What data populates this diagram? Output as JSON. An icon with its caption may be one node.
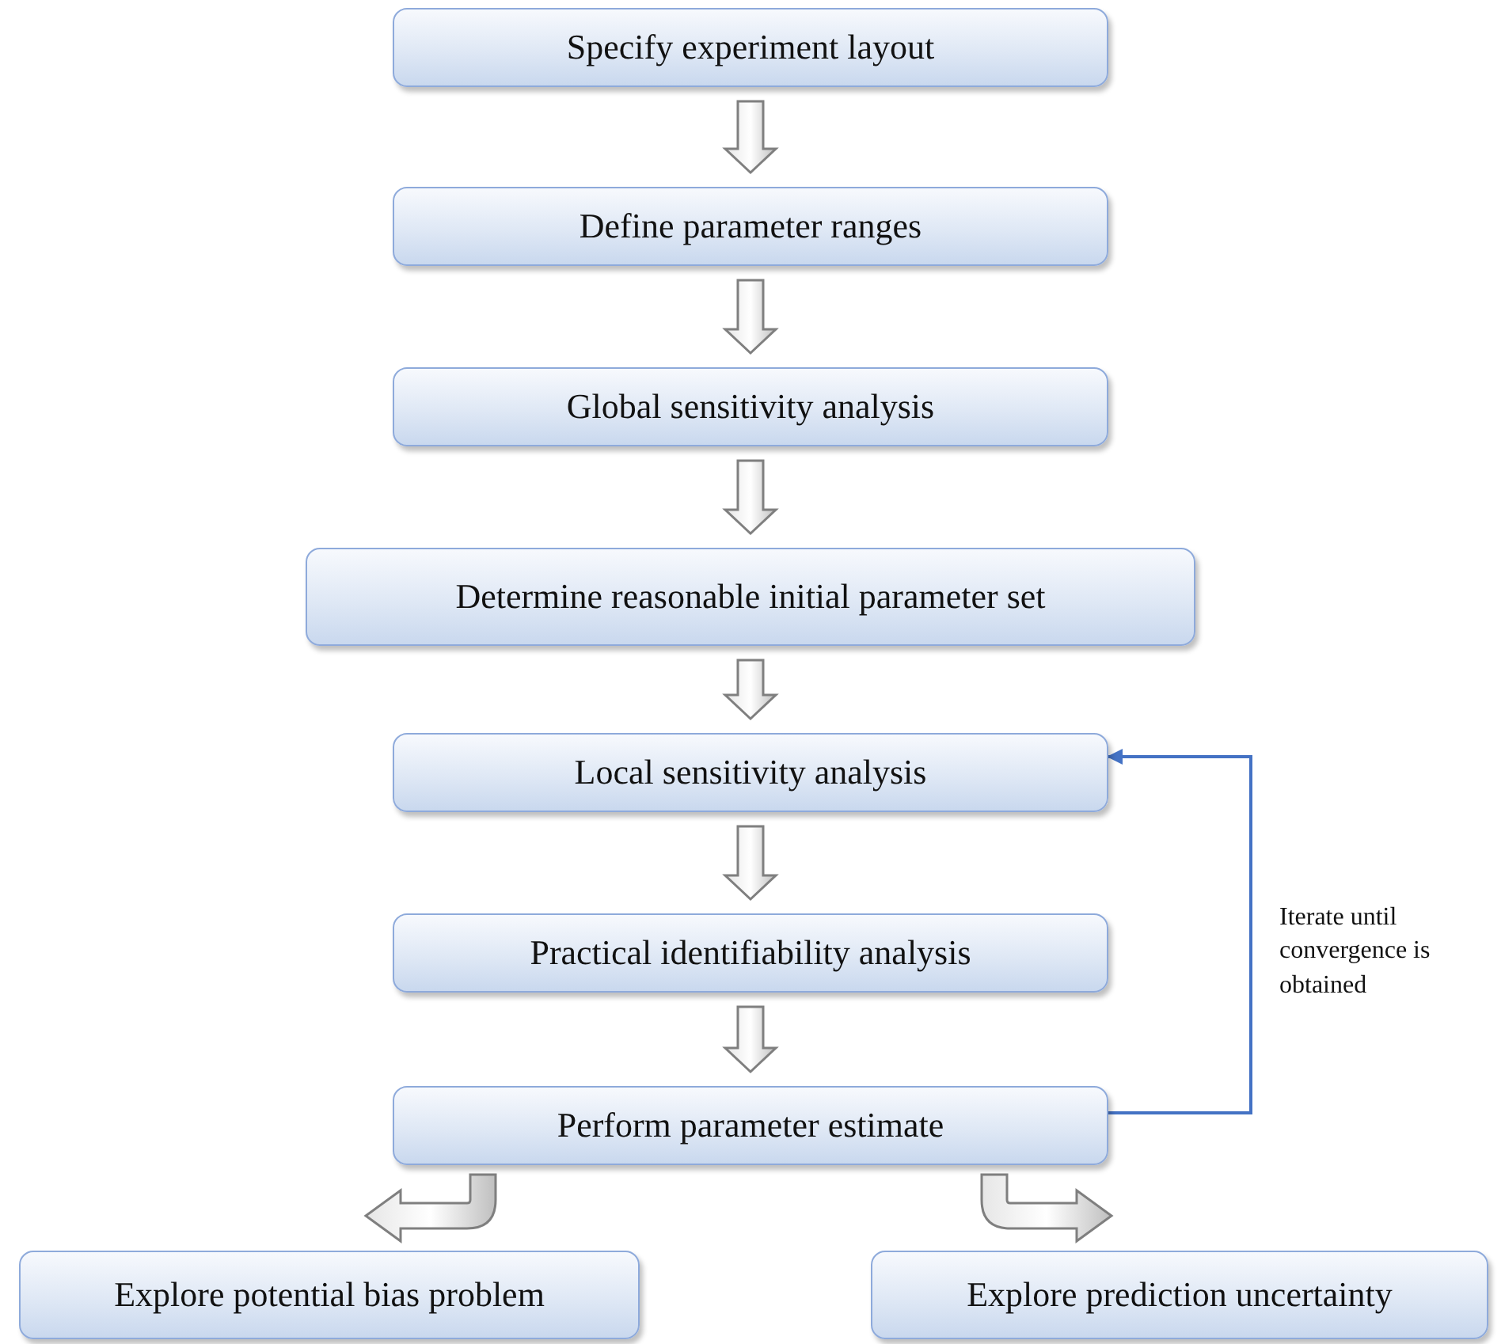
{
  "diagram": {
    "nodes": [
      {
        "text": [
          "Specify experiment layout"
        ]
      },
      {
        "text": [
          "Define parameter ranges"
        ]
      },
      {
        "text": [
          "Global sensitivity analysis"
        ]
      },
      {
        "text": [
          "Determine reasonable initial parameter set"
        ]
      },
      {
        "text": [
          "Local sensitivity analysis"
        ]
      },
      {
        "text": [
          "Practical identifiability analysis"
        ]
      },
      {
        "text": [
          "Perform parameter estimate"
        ]
      },
      {
        "text": [
          "Explore potential bias problem"
        ]
      },
      {
        "text": [
          "Explore prediction uncertainty"
        ]
      }
    ],
    "edges": [
      {
        "from": 0,
        "to": 1,
        "arrow": "to",
        "style": "thick"
      },
      {
        "from": 1,
        "to": 2,
        "arrow": "to",
        "style": "thick"
      },
      {
        "from": 2,
        "to": 3,
        "arrow": "to",
        "style": "thick"
      },
      {
        "from": 3,
        "to": 4,
        "arrow": "to",
        "style": "thick"
      },
      {
        "from": 4,
        "to": 5,
        "arrow": "to",
        "style": "thick"
      },
      {
        "from": 5,
        "to": 6,
        "arrow": "to",
        "style": "thick"
      },
      {
        "from": 6,
        "to": 4,
        "arrow": "to",
        "label": "Iterate until convergence is obtained",
        "color": "#4472c4"
      },
      {
        "from": 6,
        "to": 7,
        "arrow": "to",
        "style": "thick"
      },
      {
        "from": 6,
        "to": 8,
        "arrow": "to",
        "style": "thick"
      }
    ]
  }
}
